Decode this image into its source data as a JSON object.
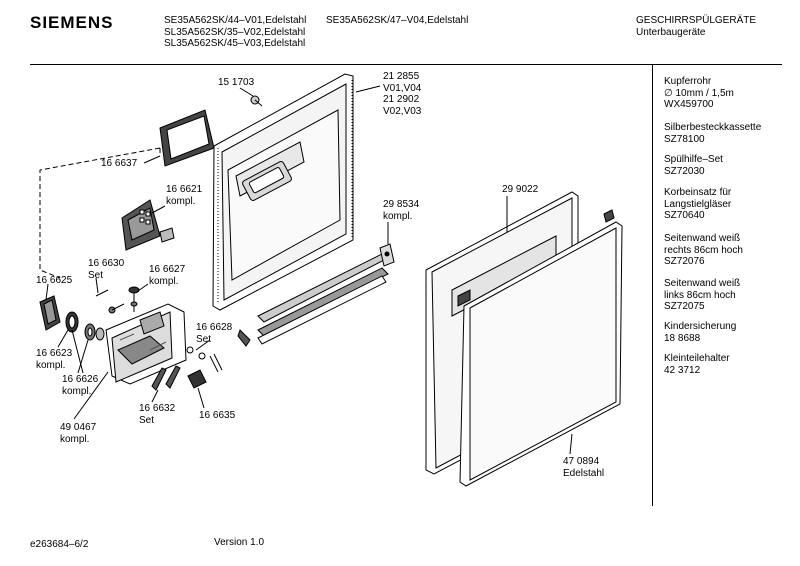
{
  "brand": "SIEMENS",
  "models": {
    "col1": [
      "SE35A562SK/44–V01,Edelstahl",
      "SL35A562SK/35–V02,Edelstahl",
      "SL35A562SK/45–V03,Edelstahl"
    ],
    "col2": [
      "SE35A562SK/47–V04,Edelstahl"
    ]
  },
  "category": {
    "line1": "GESCHIRRSPÜLGERÄTE",
    "line2": "Unterbaugeräte"
  },
  "accessories": [
    {
      "lines": [
        "Kupferrohr",
        "∅ 10mm / 1,5m",
        "WX459700"
      ]
    },
    {
      "lines": [
        "Silberbesteckkassette",
        "SZ78100"
      ]
    },
    {
      "lines": [
        "Spülhilfe–Set",
        "SZ72030"
      ]
    },
    {
      "lines": [
        "Korbeinsatz für",
        "Langstielgläser",
        "SZ70640"
      ]
    },
    {
      "lines": [
        "Seitenwand weiß",
        "rechts 86cm hoch",
        "SZ72076"
      ]
    },
    {
      "lines": [
        "Seitenwand weiß",
        "links 86cm hoch",
        "SZ72075"
      ]
    },
    {
      "lines": [
        "Kindersicherung",
        "18 8688"
      ]
    },
    {
      "lines": [
        "Kleinteilehalter",
        "42 3712"
      ]
    }
  ],
  "part_labels": {
    "p151703": "15 1703",
    "p212855": [
      "21 2855",
      "V01,V04",
      "21 2902",
      "V02,V03"
    ],
    "p166637": "16 6637",
    "p166621": [
      "16 6621",
      "kompl."
    ],
    "p298534": [
      "29 8534",
      "kompl."
    ],
    "p299022": "29 9022",
    "p166630": [
      "16 6630",
      "Set"
    ],
    "p166627": [
      "16 6627",
      "kompl."
    ],
    "p166625": "16 6625",
    "p166628": [
      "16 6628",
      "Set"
    ],
    "p166623": [
      "16 6623",
      "kompl."
    ],
    "p166626": [
      "16 6626",
      "kompl."
    ],
    "p490467": [
      "49 0467",
      "kompl."
    ],
    "p166632": [
      "16 6632",
      "Set"
    ],
    "p166635": "16 6635",
    "p470894": [
      "47 0894",
      "Edelstahl"
    ]
  },
  "footer": {
    "doc_id": "e263684–6/2",
    "version": "Version 1.0"
  }
}
